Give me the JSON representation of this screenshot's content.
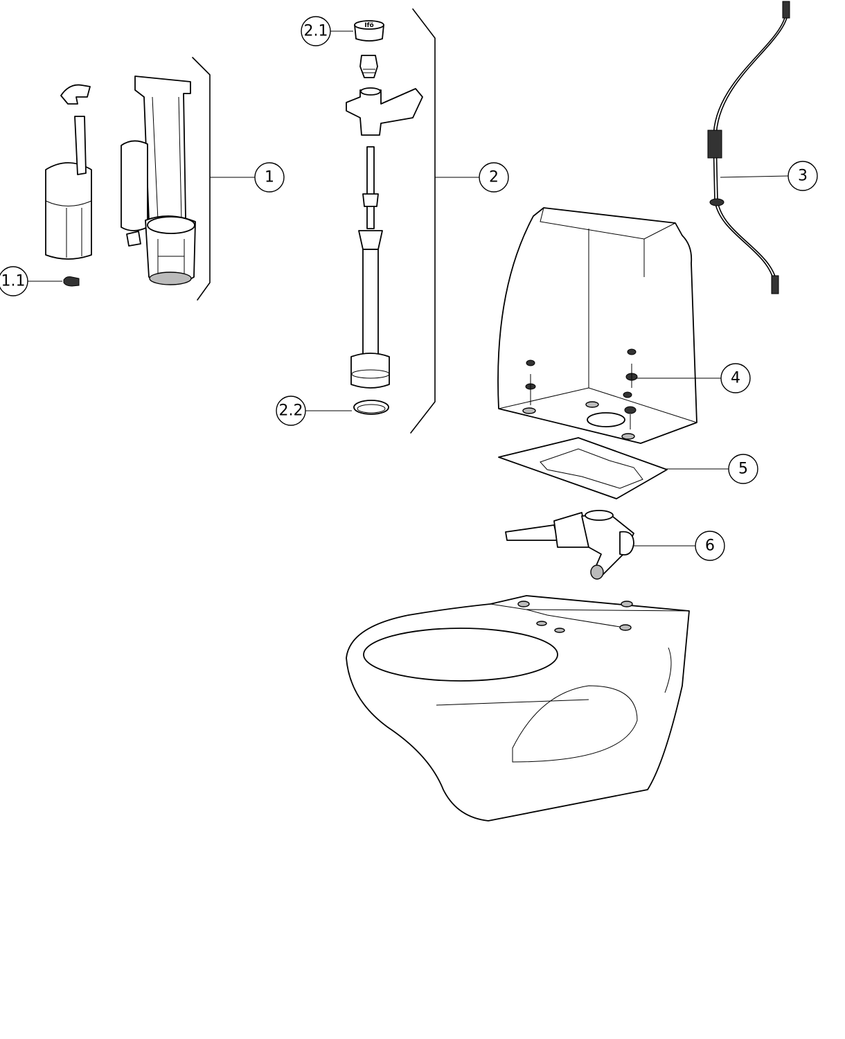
{
  "diagram": {
    "callouts": {
      "c1": "1",
      "c1_1": "1.1",
      "c2": "2",
      "c2_1": "2.1",
      "c2_2": "2.2",
      "c3": "3",
      "c4": "4",
      "c5": "5",
      "c6": "6"
    },
    "cap_logo": "Ifö"
  }
}
